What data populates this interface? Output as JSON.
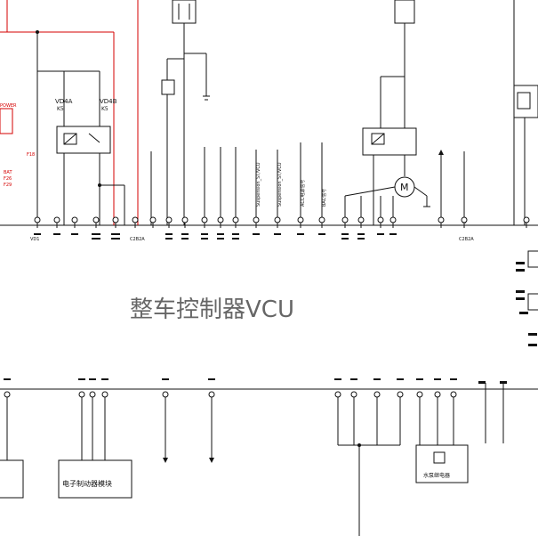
{
  "diagram": {
    "title": "整车控制器VCU",
    "relays": [
      {
        "id": "VD4A",
        "label": "VD4A",
        "sub": "K5"
      },
      {
        "id": "VD4B",
        "label": "VD4B",
        "sub": "K5"
      }
    ],
    "connector_labels": {
      "top_pin_low": "VD1",
      "mid_pin": "C2B2A",
      "right_pin": "C2B2A"
    },
    "signal_labels": [
      "Suspension_ST/VCU",
      "Suspension_ST/VCU",
      "ACC电源信号",
      "BAC信号"
    ],
    "motor_label": "M",
    "modules": {
      "bottom_center": "电子制动器模块",
      "bottom_right": "水泵继电器"
    }
  }
}
